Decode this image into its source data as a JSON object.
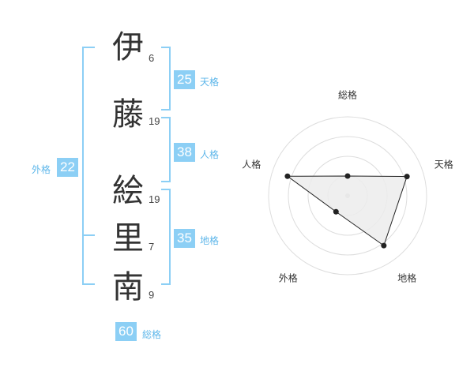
{
  "name": {
    "chars": [
      {
        "char": "伊",
        "strokes": "6"
      },
      {
        "char": "藤",
        "strokes": "19"
      },
      {
        "char": "絵",
        "strokes": "19"
      },
      {
        "char": "里",
        "strokes": "7"
      },
      {
        "char": "南",
        "strokes": "9"
      }
    ]
  },
  "fortunes": {
    "tenkaku": {
      "value": "25",
      "label": "天格"
    },
    "jinkaku": {
      "value": "38",
      "label": "人格"
    },
    "chikaku": {
      "value": "35",
      "label": "地格"
    },
    "gaikaku": {
      "value": "22",
      "label": "外格"
    },
    "soukaku": {
      "value": "60",
      "label": "総格"
    }
  },
  "colors": {
    "accent": "#8ccff5",
    "accent_text": "#5fb7ea"
  },
  "chart_data": {
    "type": "radar",
    "axes": [
      "総格",
      "天格",
      "地格",
      "外格",
      "人格"
    ],
    "values": [
      0.25,
      0.79,
      0.78,
      0.25,
      0.8
    ],
    "range": [
      0,
      1
    ],
    "rings": 4
  }
}
